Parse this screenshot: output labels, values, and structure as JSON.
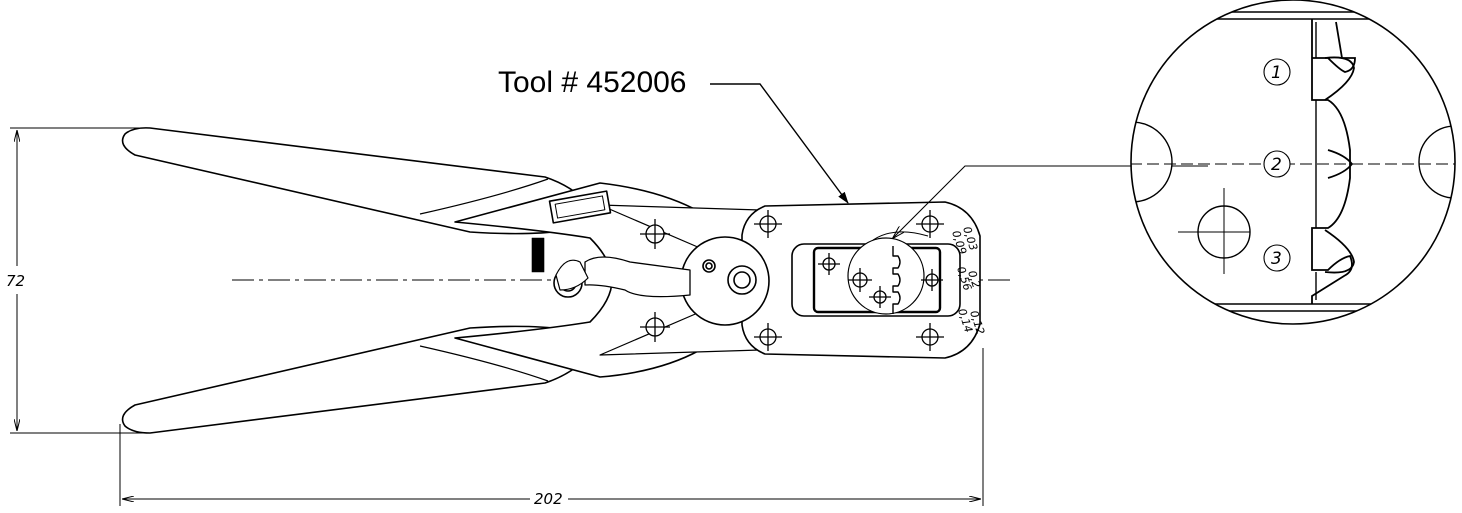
{
  "callout": {
    "tool_label": "Tool # 452006"
  },
  "dimensions": {
    "height": "72",
    "length": "202"
  },
  "die_scale": {
    "row1": [
      "0,03",
      "0,09"
    ],
    "row2": [
      "0,2",
      "0,56"
    ],
    "row3": [
      "0,12",
      "0,14"
    ]
  },
  "detail": {
    "positions": [
      "1",
      "2",
      "3"
    ]
  },
  "colors": {
    "line": "#000000",
    "background": "#ffffff"
  }
}
